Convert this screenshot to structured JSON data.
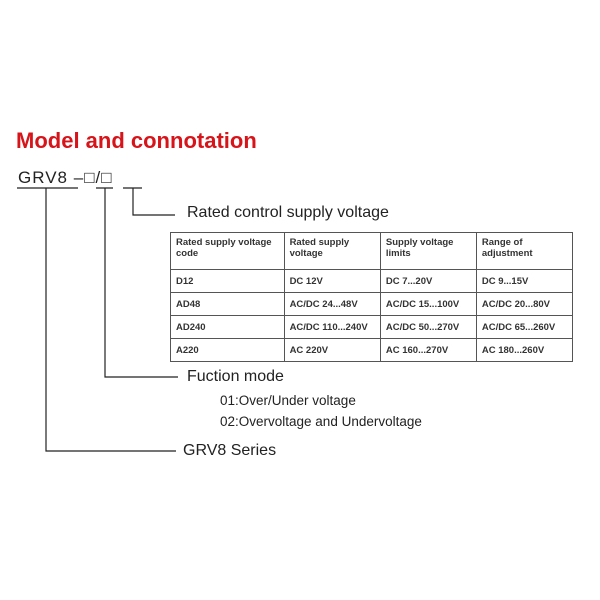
{
  "title": "Model and connotation",
  "model": {
    "prefix": "GRV8",
    "dash": "–",
    "box1": "□",
    "slash": "/",
    "box2": "□"
  },
  "labels": {
    "voltage": "Rated control supply voltage",
    "function": "Fuction mode",
    "series": "GRV8 Series"
  },
  "function_options": [
    "01:Over/Under voltage",
    "02:Overvoltage and Undervoltage"
  ],
  "table": {
    "headers": [
      "Rated supply voltage code",
      "Rated supply voltage",
      "Supply voltage limits",
      "Range of adjustment"
    ],
    "rows": [
      [
        "D12",
        "DC 12V",
        "DC 7...20V",
        "DC 9...15V"
      ],
      [
        "AD48",
        "AC/DC 24...48V",
        "AC/DC 15...100V",
        "AC/DC 20...80V"
      ],
      [
        "AD240",
        "AC/DC 110...240V",
        "AC/DC 50...270V",
        "AC/DC 65...260V"
      ],
      [
        "A220",
        "AC 220V",
        "AC 160...270V",
        "AC 180...260V"
      ]
    ]
  }
}
